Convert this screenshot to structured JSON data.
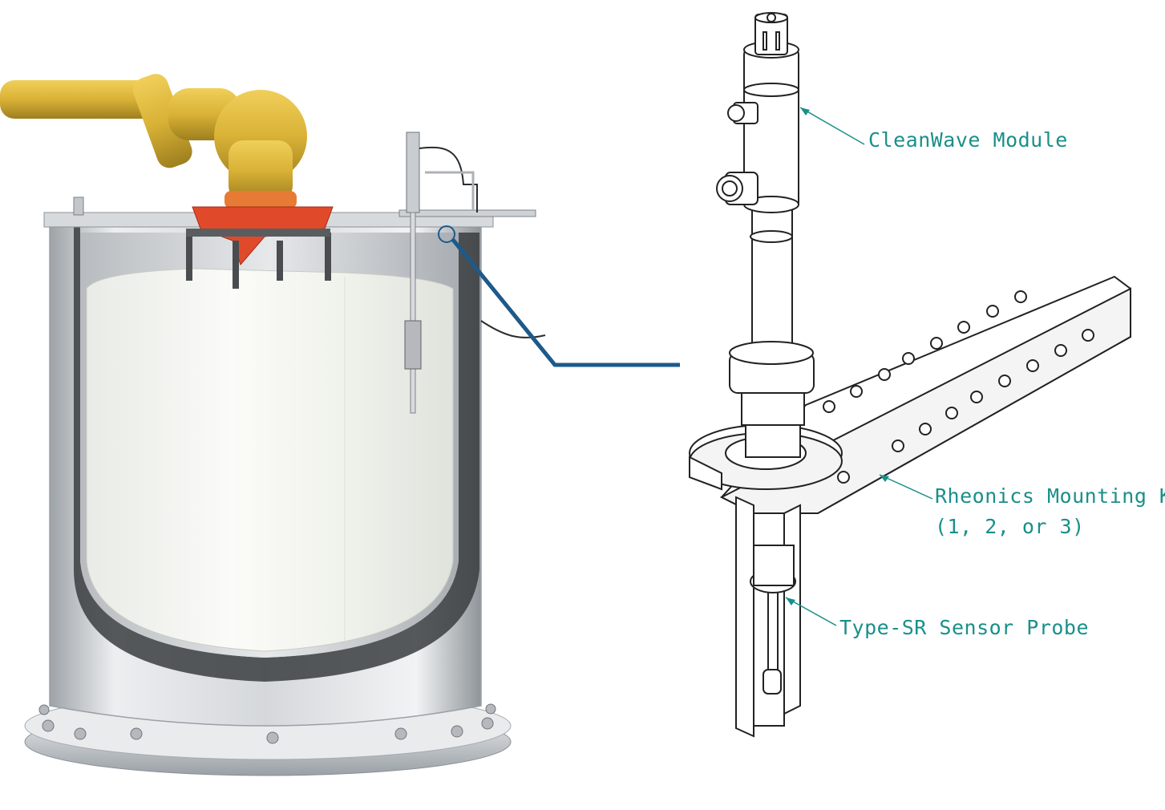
{
  "diagram": {
    "labels": {
      "cleanwave": "CleanWave Module",
      "mounting_kit_line1": "Rheonics Mounting Kit",
      "mounting_kit_line2": "(1, 2, or 3)",
      "sensor_probe": "Type-SR Sensor Probe"
    },
    "colors": {
      "label_teal": "#1a8f8a",
      "connector_blue": "#1d5a8a",
      "robot_yellow": "#d8b23a",
      "gripper_red": "#e04a2a",
      "steel": "#c9ccd0"
    }
  }
}
